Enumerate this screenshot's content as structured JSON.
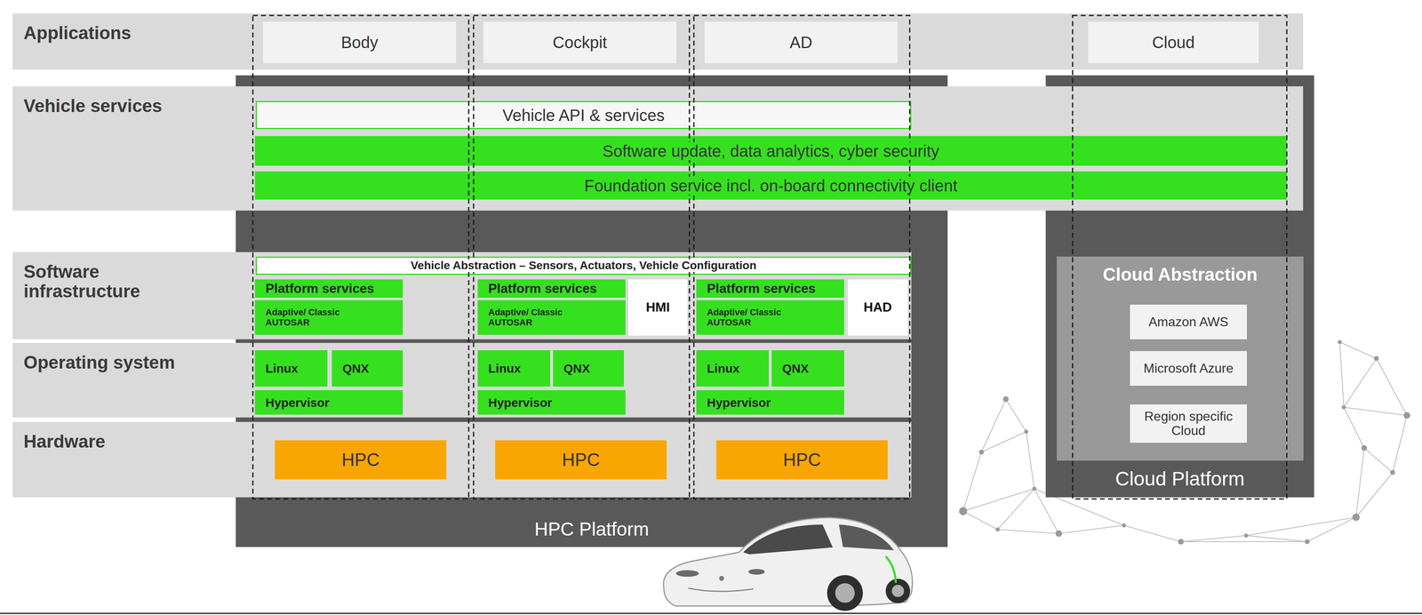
{
  "diagram": {
    "nodes": [
      {
        "text": [
          "HPC Platform"
        ]
      },
      {
        "text": [
          "Cloud Platform"
        ]
      },
      {
        "text": [
          "Applications"
        ]
      },
      {
        "text": [
          "Body"
        ],
        "in": 2
      },
      {
        "text": [
          "Cockpit"
        ],
        "in": 2
      },
      {
        "text": [
          "AD"
        ],
        "in": 2
      },
      {
        "text": [
          "Cloud"
        ],
        "in": 2
      },
      {
        "text": [
          "Vehicle services"
        ]
      },
      {
        "text": [
          "Vehicle API & services"
        ],
        "in": 7
      },
      {
        "text": [
          "Software update, data analytics, cyber security"
        ],
        "in": 7
      },
      {
        "text": [
          "Foundation service incl. on-board connectivity client"
        ],
        "in": 7
      },
      {
        "text": [
          "Software infrastructure"
        ]
      },
      {
        "text": [
          "Vehicle Abstraction – Sensors, Actuators, Vehicle Configuration"
        ],
        "in": 11
      },
      {
        "text": [
          "Platform services"
        ],
        "in": 11
      },
      {
        "text": [
          "Adaptive/ Classic AUTOSAR"
        ],
        "in": 11
      },
      {
        "text": [
          "Platform services"
        ],
        "in": 11
      },
      {
        "text": [
          "Adaptive/ Classic AUTOSAR"
        ],
        "in": 11
      },
      {
        "text": [
          "HMI"
        ],
        "in": 11
      },
      {
        "text": [
          "Platform services"
        ],
        "in": 11
      },
      {
        "text": [
          "Adaptive/ Classic AUTOSAR"
        ],
        "in": 11
      },
      {
        "text": [
          "HAD"
        ],
        "in": 11
      },
      {
        "text": [
          "Operating system"
        ]
      },
      {
        "text": [
          "Linux"
        ],
        "in": 21
      },
      {
        "text": [
          "QNX"
        ],
        "in": 21
      },
      {
        "text": [
          "Hypervisor"
        ],
        "in": 21
      },
      {
        "text": [
          "Linux"
        ],
        "in": 21
      },
      {
        "text": [
          "QNX"
        ],
        "in": 21
      },
      {
        "text": [
          "Hypervisor"
        ],
        "in": 21
      },
      {
        "text": [
          "Linux"
        ],
        "in": 21
      },
      {
        "text": [
          "QNX"
        ],
        "in": 21
      },
      {
        "text": [
          "Hypervisor"
        ],
        "in": 21
      },
      {
        "text": [
          "Hardware"
        ]
      },
      {
        "text": [
          "HPC"
        ],
        "in": 31
      },
      {
        "text": [
          "HPC"
        ],
        "in": 31
      },
      {
        "text": [
          "HPC"
        ],
        "in": 31
      },
      {
        "text": [
          "Cloud Abstraction"
        ],
        "in": 1
      },
      {
        "text": [
          "Amazon AWS"
        ],
        "in": 35
      },
      {
        "text": [
          "Microsoft Azure"
        ],
        "in": 35
      },
      {
        "text": [
          "Region specific Cloud"
        ],
        "in": 35
      }
    ]
  }
}
